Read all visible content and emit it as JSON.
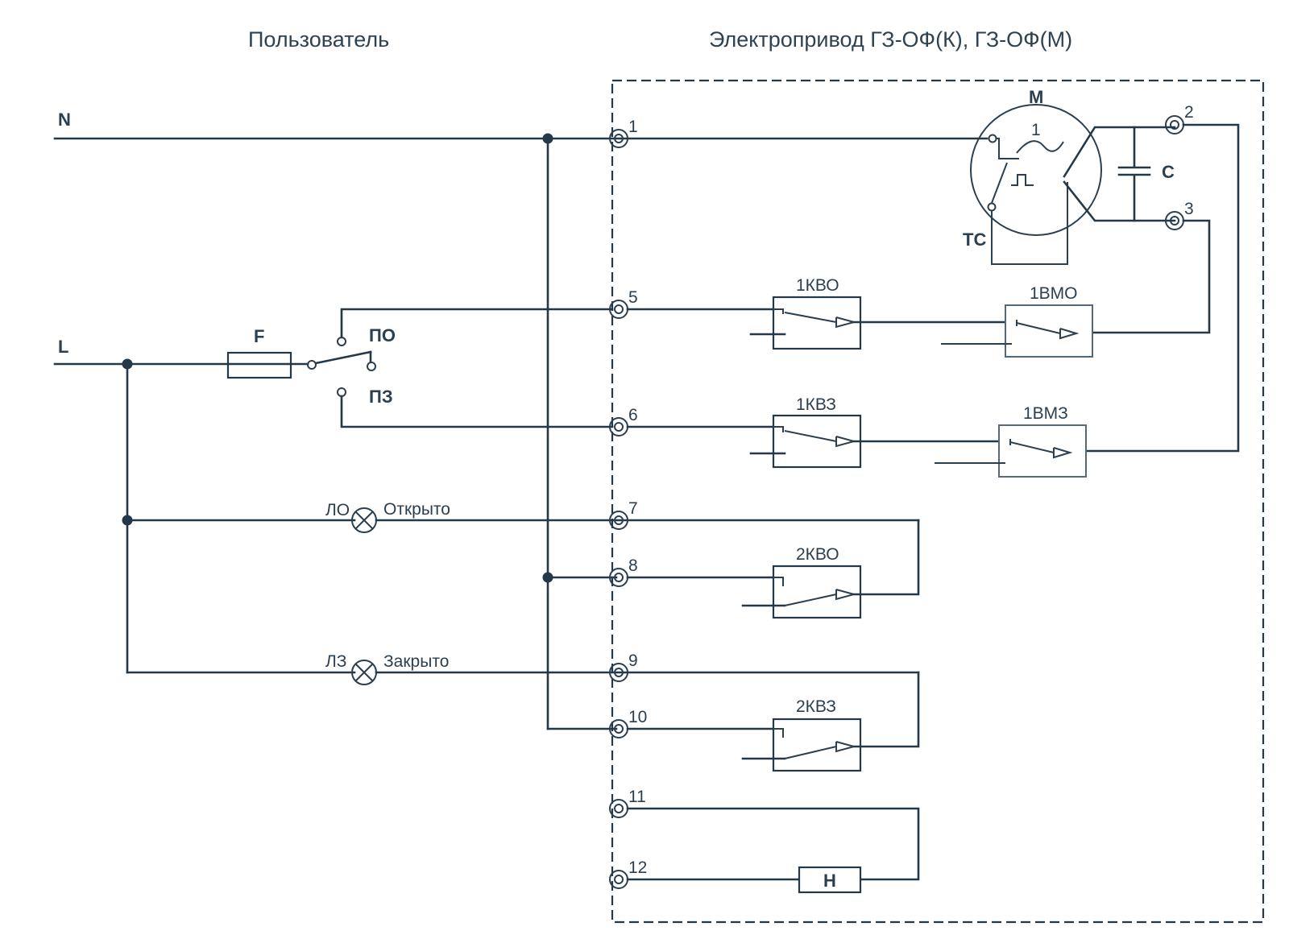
{
  "headers": {
    "user": "Пользователь",
    "actuator": "Электропривод ГЗ-ОФ(К),  ГЗ-ОФ(М)"
  },
  "lines": {
    "neutral": "N",
    "phase": "L"
  },
  "components": {
    "fuse": "F",
    "switch_open": "ПО",
    "switch_close": "ПЗ",
    "lamp_open_id": "ЛО",
    "lamp_open_text": "Открыто",
    "lamp_close_id": "ЛЗ",
    "lamp_close_text": "Закрыто",
    "motor": "М",
    "motor_winding": "1",
    "thermal": "ТС",
    "capacitor": "С",
    "sw_1kvo": "1КВО",
    "sw_1vmo": "1ВМО",
    "sw_1kvz": "1КВЗ",
    "sw_1vmz": "1ВМЗ",
    "sw_2kvo": "2КВО",
    "sw_2kvz": "2КВЗ",
    "heater": "Н"
  },
  "terminals": {
    "t1": "1",
    "t2": "2",
    "t3": "3",
    "t5": "5",
    "t6": "6",
    "t7": "7",
    "t8": "8",
    "t9": "9",
    "t10": "10",
    "t11": "11",
    "t12": "12"
  }
}
